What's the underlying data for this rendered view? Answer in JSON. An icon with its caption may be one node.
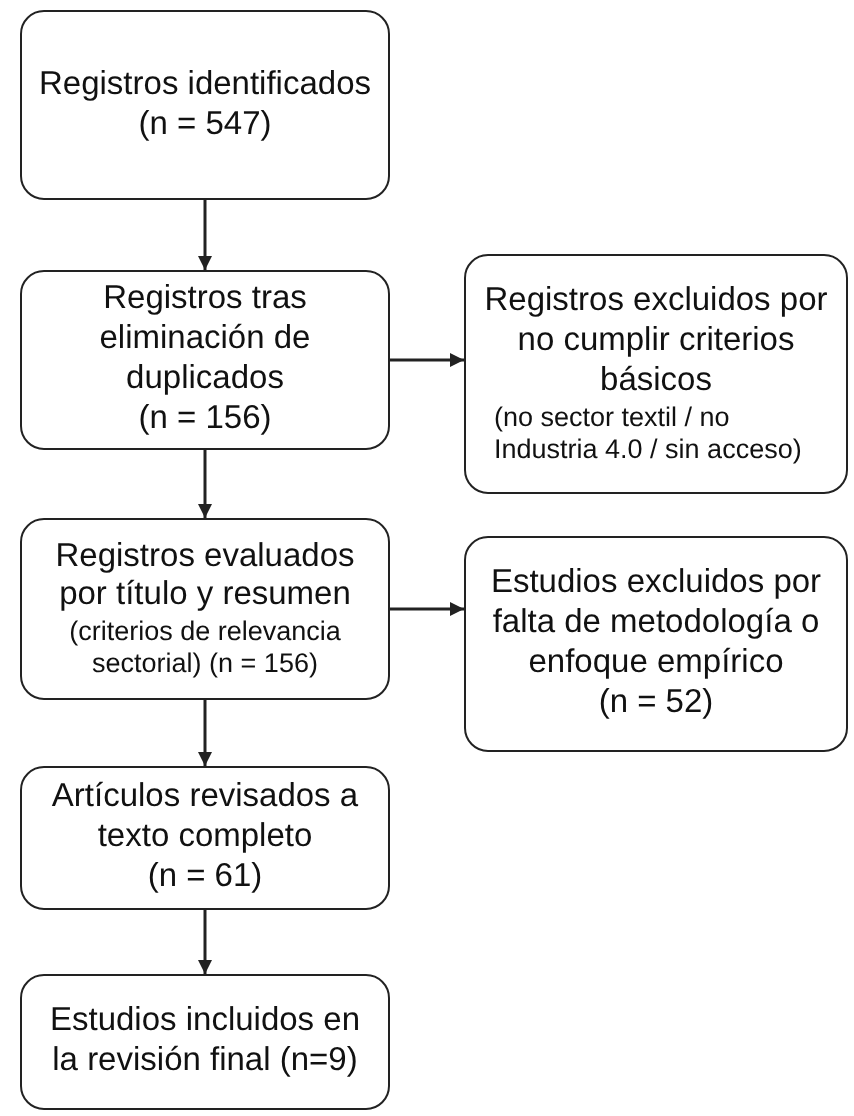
{
  "diagram": {
    "nodes": [
      {
        "text": [
          "Registros identificados",
          "(n = 547)"
        ]
      },
      {
        "text": [
          "Registros tras eliminación de duplicados",
          "(n = 156)"
        ]
      },
      {
        "text": [
          "Registros excluidos por no cumplir criterios básicos",
          "(no sector textil / no Industria 4.0 / sin acceso)"
        ]
      },
      {
        "text": [
          "Registros evaluados por título y resumen",
          "(criterios de relevancia sectorial) (n = 156)"
        ]
      },
      {
        "text": [
          "Estudios excluidos por falta de metodología o enfoque empírico",
          "(n = 52)"
        ]
      },
      {
        "text": [
          "Artículos revisados a texto completo",
          "(n = 61)"
        ]
      },
      {
        "text": [
          "Estudios incluidos en la revisión final (n=9)"
        ]
      }
    ],
    "edges": [
      {
        "from": 0,
        "to": 1,
        "arrow": "to"
      },
      {
        "from": 1,
        "to": 2,
        "arrow": "to"
      },
      {
        "from": 1,
        "to": 3,
        "arrow": "to"
      },
      {
        "from": 3,
        "to": 4,
        "arrow": "to"
      },
      {
        "from": 3,
        "to": 5,
        "arrow": "to"
      },
      {
        "from": 5,
        "to": 6,
        "arrow": "to"
      }
    ]
  }
}
